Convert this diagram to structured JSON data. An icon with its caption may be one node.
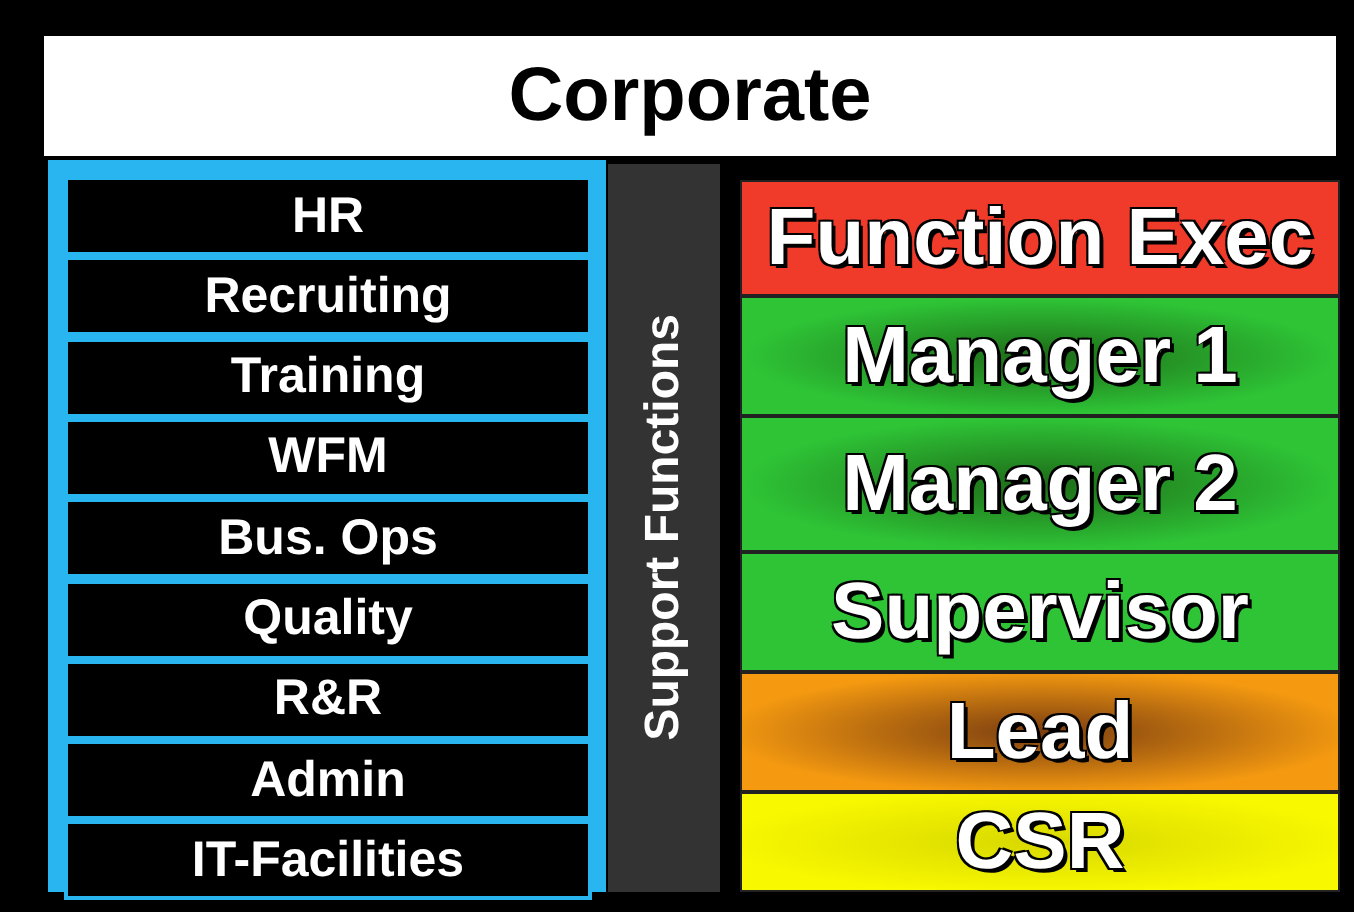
{
  "diagram": {
    "nodes": [
      {
        "text": [
          "Corporate"
        ]
      },
      {
        "text": [
          "HR"
        ]
      },
      {
        "text": [
          "Recruiting"
        ]
      },
      {
        "text": [
          "Training"
        ]
      },
      {
        "text": [
          "WFM"
        ]
      },
      {
        "text": [
          "Bus. Ops"
        ]
      },
      {
        "text": [
          "Quality"
        ]
      },
      {
        "text": [
          "R&R"
        ]
      },
      {
        "text": [
          "Admin"
        ]
      },
      {
        "text": [
          "IT-Facilities"
        ]
      },
      {
        "text": [
          "Support Functions"
        ]
      },
      {
        "text": [
          "Function Exec"
        ]
      },
      {
        "text": [
          "Manager 1"
        ]
      },
      {
        "text": [
          "Manager 2"
        ]
      },
      {
        "text": [
          "Supervisor"
        ]
      },
      {
        "text": [
          "Lead"
        ]
      },
      {
        "text": [
          "CSR"
        ]
      }
    ]
  }
}
